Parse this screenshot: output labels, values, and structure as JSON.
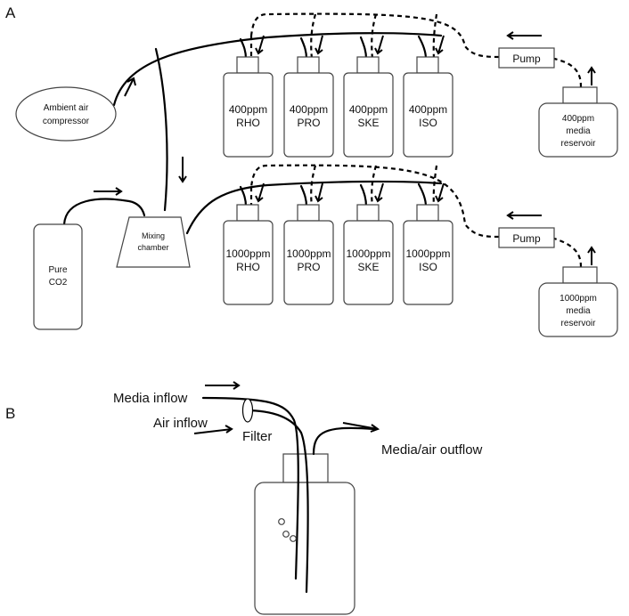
{
  "panel_a": {
    "label": "A",
    "compressor": {
      "line1": "Ambient air",
      "line2": "compressor"
    },
    "co2": {
      "line1": "Pure",
      "line2": "CO2"
    },
    "mixing_chamber": {
      "line1": "Mixing",
      "line2": "chamber"
    },
    "pump_label": "Pump",
    "row_400": {
      "bottles": [
        {
          "line1": "400ppm",
          "line2": "RHO"
        },
        {
          "line1": "400ppm",
          "line2": "PRO"
        },
        {
          "line1": "400ppm",
          "line2": "SKE"
        },
        {
          "line1": "400ppm",
          "line2": "ISO"
        }
      ],
      "reservoir": {
        "line1": "400ppm",
        "line2": "media",
        "line3": "reservoir"
      }
    },
    "row_1000": {
      "bottles": [
        {
          "line1": "1000ppm",
          "line2": "RHO"
        },
        {
          "line1": "1000ppm",
          "line2": "PRO"
        },
        {
          "line1": "1000ppm",
          "line2": "SKE"
        },
        {
          "line1": "1000ppm",
          "line2": "ISO"
        }
      ],
      "reservoir": {
        "line1": "1000ppm",
        "line2": "media",
        "line3": "reservoir"
      }
    }
  },
  "panel_b": {
    "label": "B",
    "media_inflow": "Media inflow",
    "air_inflow": "Air inflow",
    "filter": "Filter",
    "outflow": "Media/air outflow"
  }
}
